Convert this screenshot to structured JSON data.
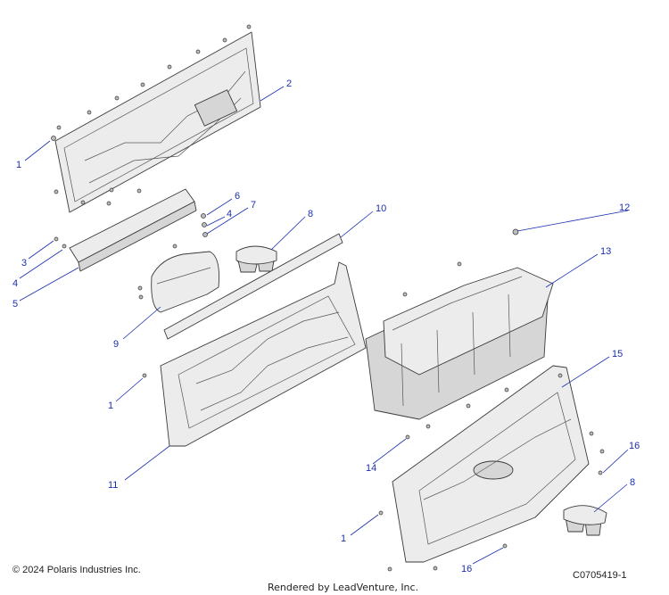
{
  "callouts": [
    {
      "id": "c1a",
      "label": "1"
    },
    {
      "id": "c2",
      "label": "2"
    },
    {
      "id": "c3",
      "label": "3"
    },
    {
      "id": "c4a",
      "label": "4"
    },
    {
      "id": "c5",
      "label": "5"
    },
    {
      "id": "c6",
      "label": "6"
    },
    {
      "id": "c4b",
      "label": "4"
    },
    {
      "id": "c7",
      "label": "7"
    },
    {
      "id": "c8a",
      "label": "8"
    },
    {
      "id": "c10",
      "label": "10"
    },
    {
      "id": "c12",
      "label": "12"
    },
    {
      "id": "c13",
      "label": "13"
    },
    {
      "id": "c9",
      "label": "9"
    },
    {
      "id": "c1b",
      "label": "1"
    },
    {
      "id": "c15",
      "label": "15"
    },
    {
      "id": "c11",
      "label": "11"
    },
    {
      "id": "c14",
      "label": "14"
    },
    {
      "id": "c16a",
      "label": "16"
    },
    {
      "id": "c8b",
      "label": "8"
    },
    {
      "id": "c1c",
      "label": "1"
    },
    {
      "id": "c16b",
      "label": "16"
    }
  ],
  "footer": {
    "copyright": "© 2024 Polaris Industries Inc.",
    "diagram_code": "C0705419-1",
    "rendered_by": "Rendered by LeadVenture, Inc."
  }
}
